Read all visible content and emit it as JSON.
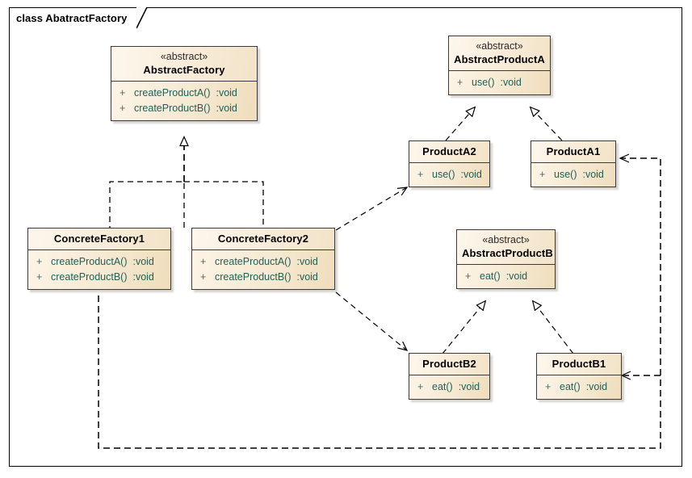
{
  "frame": {
    "title": "class AbatractFactory"
  },
  "colors": {
    "box_fill_light": "#fdf6ea",
    "box_fill_dark": "#f0dfc0",
    "box_border": "#3b3b3b",
    "operation_text": "#1f5d57",
    "name_text": "#000000",
    "edge": "#000000",
    "background": "#ffffff"
  },
  "classes": [
    {
      "id": "abstract-factory",
      "stereotype": "«abstract»",
      "name": "AbstractFactory",
      "operations": [
        {
          "visibility": "+",
          "signature": "createProductA()",
          "type": ":void"
        },
        {
          "visibility": "+",
          "signature": "createProductB()",
          "type": ":void"
        }
      ]
    },
    {
      "id": "abstract-product-a",
      "stereotype": "«abstract»",
      "name": "AbstractProductA",
      "operations": [
        {
          "visibility": "+",
          "signature": "use()",
          "type": ":void"
        }
      ]
    },
    {
      "id": "abstract-product-b",
      "stereotype": "«abstract»",
      "name": "AbstractProductB",
      "operations": [
        {
          "visibility": "+",
          "signature": "eat()",
          "type": ":void"
        }
      ]
    },
    {
      "id": "product-a2",
      "stereotype": "",
      "name": "ProductA2",
      "operations": [
        {
          "visibility": "+",
          "signature": "use()",
          "type": ":void"
        }
      ]
    },
    {
      "id": "product-a1",
      "stereotype": "",
      "name": "ProductA1",
      "operations": [
        {
          "visibility": "+",
          "signature": "use()",
          "type": ":void"
        }
      ]
    },
    {
      "id": "product-b2",
      "stereotype": "",
      "name": "ProductB2",
      "operations": [
        {
          "visibility": "+",
          "signature": "eat()",
          "type": ":void"
        }
      ]
    },
    {
      "id": "product-b1",
      "stereotype": "",
      "name": "ProductB1",
      "operations": [
        {
          "visibility": "+",
          "signature": "eat()",
          "type": ":void"
        }
      ]
    },
    {
      "id": "concrete-factory-1",
      "stereotype": "",
      "name": "ConcreteFactory1",
      "operations": [
        {
          "visibility": "+",
          "signature": "createProductA()",
          "type": ":void"
        },
        {
          "visibility": "+",
          "signature": "createProductB()",
          "type": ":void"
        }
      ]
    },
    {
      "id": "concrete-factory-2",
      "stereotype": "",
      "name": "ConcreteFactory2",
      "operations": [
        {
          "visibility": "+",
          "signature": "createProductA()",
          "type": ":void"
        },
        {
          "visibility": "+",
          "signature": "createProductB()",
          "type": ":void"
        }
      ]
    }
  ],
  "relationships": [
    {
      "from": "concrete-factory-1",
      "to": "abstract-factory",
      "kind": "realization"
    },
    {
      "from": "concrete-factory-2",
      "to": "abstract-factory",
      "kind": "realization"
    },
    {
      "from": "product-a2",
      "to": "abstract-product-a",
      "kind": "realization"
    },
    {
      "from": "product-a1",
      "to": "abstract-product-a",
      "kind": "realization"
    },
    {
      "from": "product-b2",
      "to": "abstract-product-b",
      "kind": "realization"
    },
    {
      "from": "product-b1",
      "to": "abstract-product-b",
      "kind": "realization"
    },
    {
      "from": "concrete-factory-2",
      "to": "product-a2",
      "kind": "dependency"
    },
    {
      "from": "concrete-factory-2",
      "to": "product-b2",
      "kind": "dependency"
    },
    {
      "from": "concrete-factory-1",
      "to": "product-a1",
      "kind": "dependency"
    },
    {
      "from": "concrete-factory-1",
      "to": "product-b1",
      "kind": "dependency"
    }
  ]
}
